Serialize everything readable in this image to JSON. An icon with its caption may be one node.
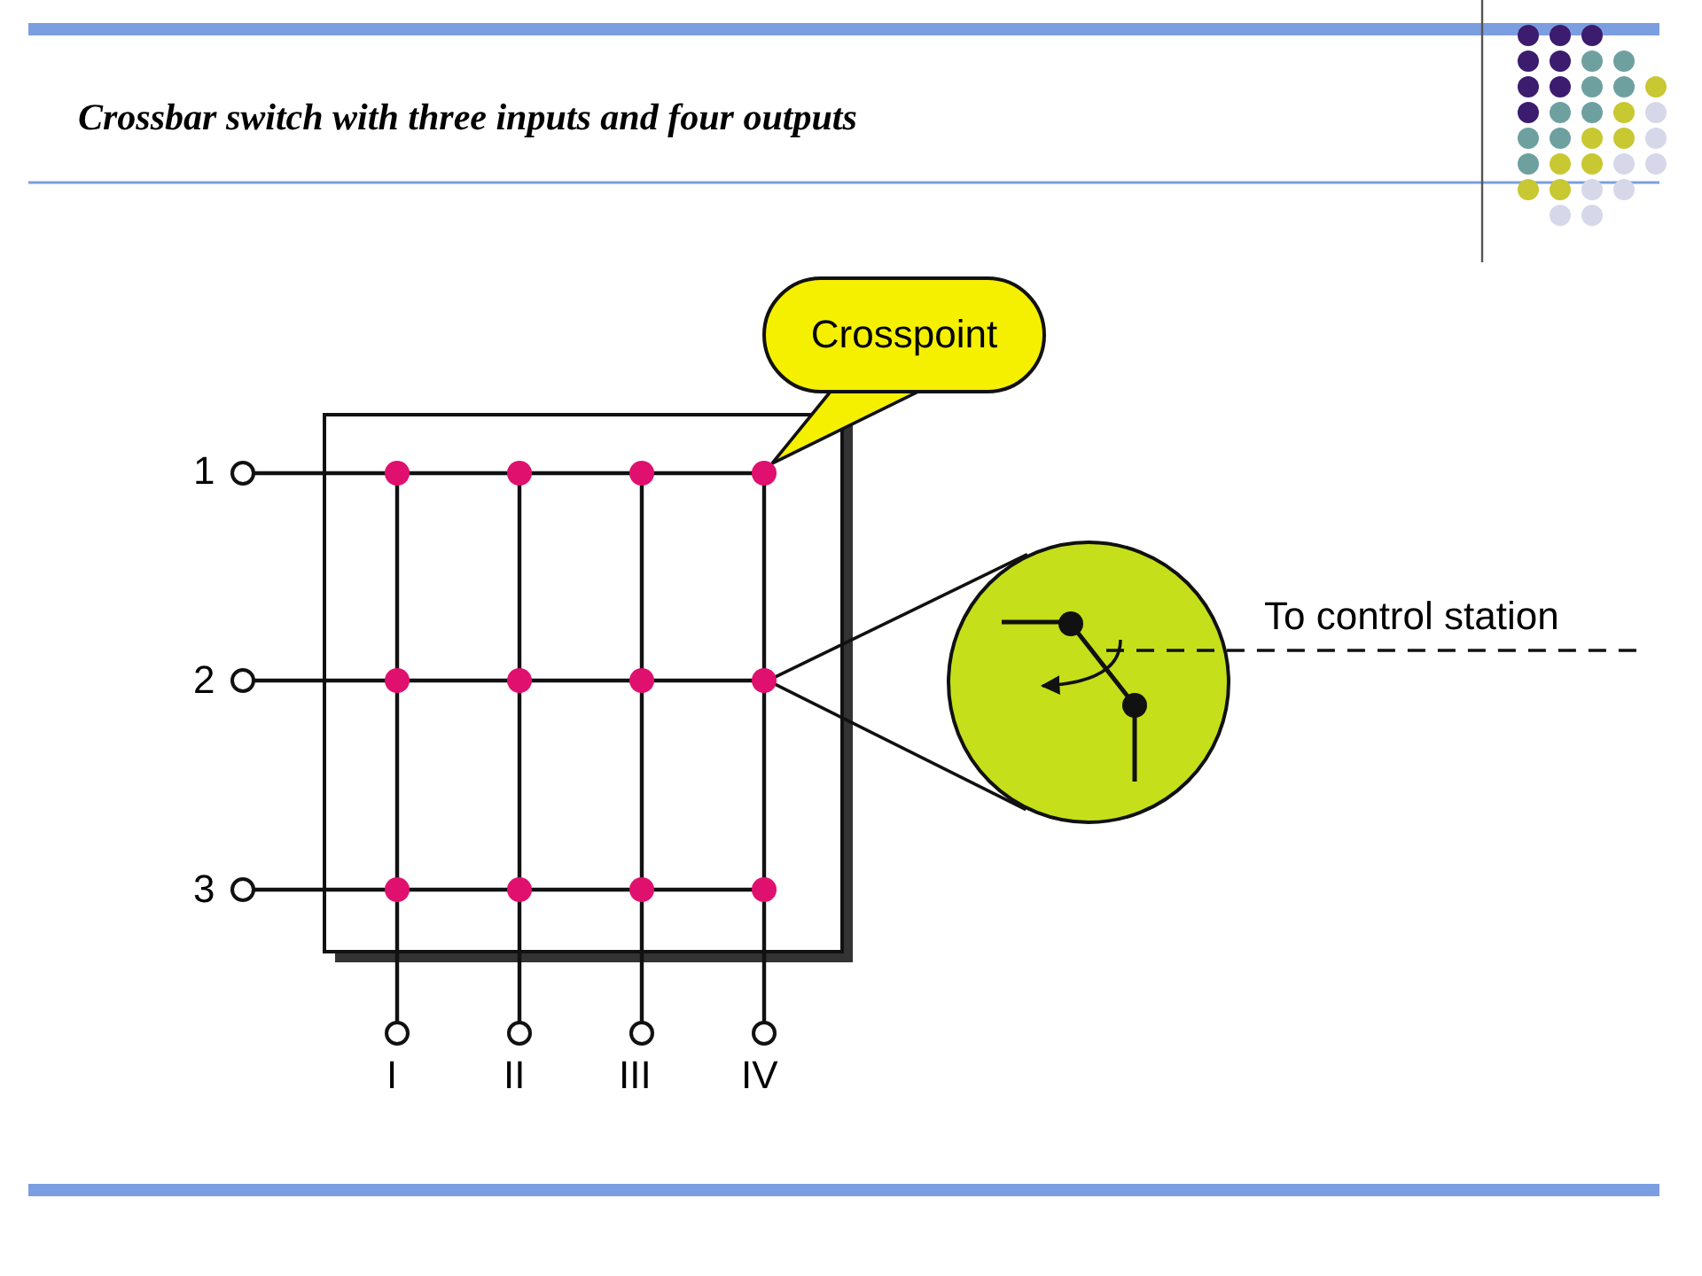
{
  "diagram": {
    "title": "Crossbar switch with three inputs and four outputs",
    "nodes": [
      {
        "text": [
          "Crosspoint"
        ]
      },
      {
        "text": [],
        "shape": "circle"
      },
      {
        "text": [],
        "shape": "circle"
      },
      {
        "text": [],
        "shape": "circle"
      }
    ],
    "edges": [
      {
        "from": 0,
        "to": 1,
        "arrow": "none"
      },
      {
        "from": 2,
        "to": 3,
        "arrow": "none"
      },
      {
        "from": 3,
        "to": null,
        "arrow": "none",
        "label": "To control station",
        "style": "dashed"
      }
    ],
    "labels": [
      "1",
      "2",
      "3",
      "I",
      "II",
      "III",
      "IV"
    ]
  }
}
